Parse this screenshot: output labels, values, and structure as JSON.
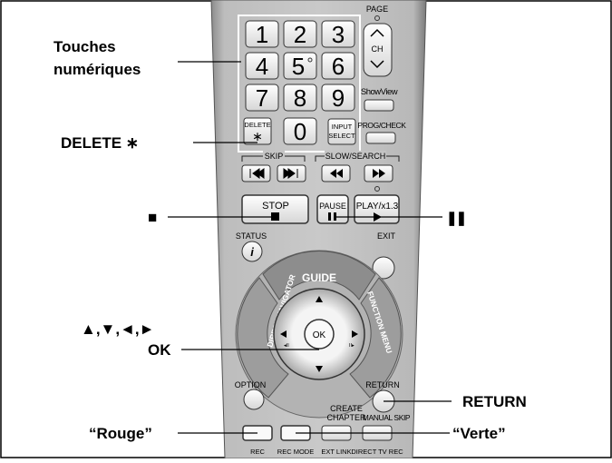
{
  "callouts": {
    "numeric_line1": "Touches",
    "numeric_line2": "numériques",
    "delete": "DELETE ∗",
    "stop_symbol": "■",
    "pause_symbol": "❚❚",
    "arrows": "▲,▼,◄,►",
    "ok": "OK",
    "return": "RETURN",
    "red": "“Rouge”",
    "green": "“Verte”"
  },
  "remote": {
    "keypad": [
      "1",
      "2",
      "3",
      "4",
      "5",
      "6",
      "7",
      "8",
      "9",
      "0"
    ],
    "page_label": "PAGE",
    "ch_label": "CH",
    "showview": "ShowView",
    "delete_label": "DELETE",
    "delete_symbol": "∗",
    "input_line1": "INPUT",
    "input_line2": "SELECT",
    "progcheck": "PROG/CHECK",
    "skip": "SKIP",
    "slowsearch": "SLOW/SEARCH",
    "stop": "STOP",
    "pause": "PAUSE",
    "play": "PLAY/x1.3",
    "status": "STATUS",
    "status_icon": "i",
    "exit": "EXIT",
    "guide": "GUIDE",
    "direct_navigator": "DIRECT NAVIGATOR",
    "function_menu": "FUNCTION MENU",
    "ok": "OK",
    "option": "OPTION",
    "return": "RETURN",
    "create_line1": "CREATE",
    "create_line2": "CHAPTER",
    "manual_skip": "MANUAL SKIP",
    "rec": "REC",
    "rec_mode": "REC MODE",
    "ext_link": "EXT LINK",
    "direct_tv_rec": "DIRECT TV REC"
  }
}
